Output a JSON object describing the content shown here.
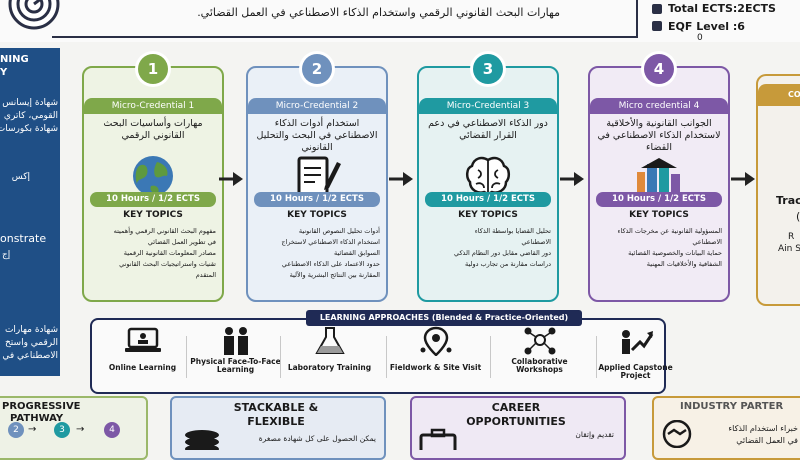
{
  "header": {
    "description": "مهارات البحث القانوني الرقمي واستخدام الذكاء الاصطناعي في العمل القضائي.",
    "total_ects": "Total ECTS:2ECTS",
    "eqf_level": "EQF Level :6",
    "eqf_dot": "0"
  },
  "left_panel": {
    "line1": "NING",
    "line2": "Y",
    "arabic1": "شهادة إيسانس حقوق",
    "arabic2": "القومي، كاتري",
    "arabic3": "شهادة بكورسات ال",
    "arabic4": "إكس",
    "heading": "onstrate",
    "arabic5": "إج",
    "arabic6": "شهادة مهارات",
    "arabic7": "الرقمي واستخ",
    "arabic8": "الاصطناعي في ال"
  },
  "cards": [
    {
      "number": "1",
      "title": "Micro-Credential 1",
      "desc": "مهارات وأساسيات البحث القانوني الرقمي",
      "hours": "10 Hours / 1/2 ECTS",
      "key_topics": "KEY TOPICS",
      "topics": [
        "مفهوم البحث القانوني الرقمي وأهميته",
        "في تطوير العمل القضائي",
        "مصادر المعلومات القانونية الرقمية",
        "تقنيات واستراتيجيات البحث القانوني",
        "المتقدم"
      ],
      "color": "#7fa84a",
      "bg": "#eef3e4",
      "icon": "globe-icon"
    },
    {
      "number": "2",
      "title": "Micro-Credential 2",
      "desc": "استخدام أدوات الذكاء الاصطناعي في البحث والتحليل القانوني",
      "hours": "10 Hours / 1/2 ECTS",
      "key_topics": "KEY TOPICS",
      "topics": [
        "أدوات تحليل النصوص القانونية",
        "استخدام الذكاء الاصطناعي لاستخراج",
        "السوابق القضائية",
        "حدود الاعتماد على الذكاء الاصطناعي",
        "المقارنة بين النتائج البشرية والآلية"
      ],
      "color": "#6f91bd",
      "bg": "#eaf0f7",
      "icon": "document-pen-icon"
    },
    {
      "number": "3",
      "title": "Micro-Credential 3",
      "desc": "دور الذكاء الاصطناعي في دعم القرار القضائي",
      "hours": "10 Hours / 1/2 ECTS",
      "key_topics": "KEY TOPICS",
      "topics": [
        "تحليل القضايا بواسطة الذكاء",
        "الاصطناعي",
        "دور القاضي مقابل دور النظام الذكي",
        "دراسات مقارنة من تجارب دولية"
      ],
      "color": "#1f9aa1",
      "bg": "#e6f2f2",
      "icon": "brain-icon"
    },
    {
      "number": "4",
      "title": "Micro credential 4",
      "desc": "الجوانب القانونية والأخلاقية لاستخدام الذكاء الاصطناعي في القضاء",
      "hours": "10 Hours / 1/2 ECTS",
      "key_topics": "KEY TOPICS",
      "topics": [
        "المسؤولية القانونية عن مخرجات الذكاء",
        "الاصطناعي",
        "حماية البيانات والخصوصية القضائية",
        "الشفافية والأخلاقيات المهنية"
      ],
      "color": "#7d58a6",
      "bg": "#f1ebf5",
      "icon": "court-city-icon"
    }
  ],
  "right_card": {
    "label": "CO",
    "line1": "Trac",
    "line2": "(",
    "line3": "R",
    "line4": "Ain S"
  },
  "learning_approaches": {
    "title": "LEARNING APPROACHES (Blended & Practice-Oriented)",
    "items": [
      {
        "label": "Online Learning",
        "icon": "laptop-icon"
      },
      {
        "label": "Physical Face-To-Face Learning",
        "icon": "people-icon"
      },
      {
        "label": "Laboratory Training",
        "icon": "flask-icon"
      },
      {
        "label": "Fieldwork & Site Visit",
        "icon": "map-pin-icon"
      },
      {
        "label": "Collaborative Workshops",
        "icon": "network-icon"
      },
      {
        "label": "Applied Capstone Project",
        "icon": "presentation-icon"
      }
    ]
  },
  "bottom": {
    "progressive": "PROGRESSIVE",
    "pathway": "PATHWAY",
    "path_steps": [
      "2",
      "3",
      "4"
    ],
    "stackable": "STACKABLE &",
    "flexible": "FLEXIBLE",
    "stackable_text": "يمكن الحصول على كل شهادة مصغرة",
    "career": "CAREER",
    "opportunities": "OPPORTUNITIES",
    "career_text": "تقديم وإتقان",
    "industry": "INDUSTRY PARTER",
    "industry_text1": "خبراء استخدام الذكاء",
    "industry_text2": "في العمل القضائي"
  }
}
